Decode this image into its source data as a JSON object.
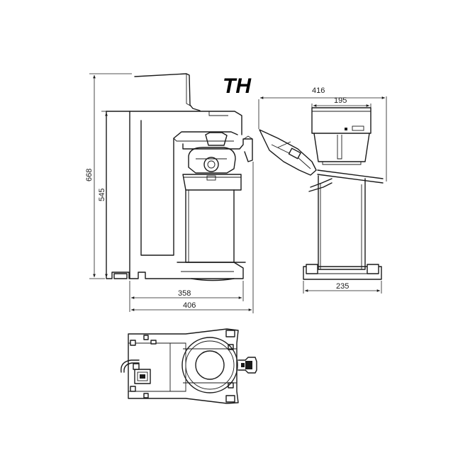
{
  "title": "TH",
  "dimensions": {
    "overall_height": "668",
    "body_height": "545",
    "base_depth": "358",
    "overall_depth": "406",
    "overall_width": "416",
    "top_width": "195",
    "base_width": "235"
  },
  "views": [
    "side-view",
    "front-view",
    "top-view"
  ],
  "colors": {
    "line": "#1a1a1a",
    "background": "#ffffff"
  }
}
